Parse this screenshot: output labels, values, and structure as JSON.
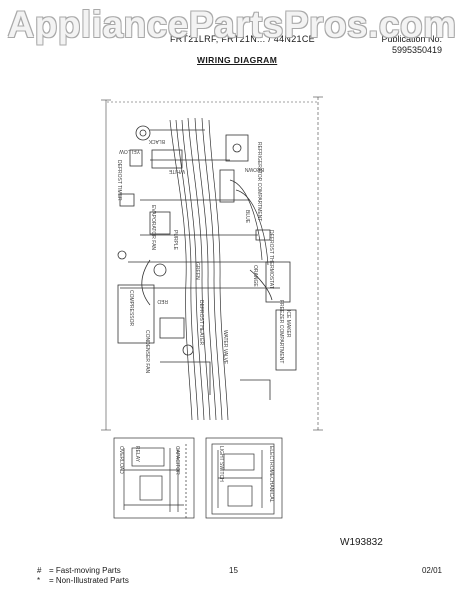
{
  "watermark": "AppliancePartsPros.com",
  "header": {
    "model": "FRT21LRF, FRT21N... / 44N21CE",
    "publication_label": "Publication No.",
    "publication_number": "5995350419",
    "title": "WIRING DIAGRAM"
  },
  "diagram": {
    "labels": [
      "YELLOW",
      "BLACK",
      "WHITE",
      "RED",
      "BROWN",
      "BLUE",
      "ORANGE",
      "PURPLE",
      "GREEN",
      "REFRIGERATOR COMPARTMENT",
      "FREEZER COMPARTMENT",
      "COMPRESSOR",
      "DEFROST THERMOSTAT",
      "EVAPORATOR FAN",
      "DEFROST TIMER",
      "DEFROST HEATER",
      "ICE MAKER",
      "WATER VALVE",
      "ELECTROMECHANICAL",
      "CONDENSER FAN",
      "OVERLOAD",
      "RELAY",
      "CAPACITOR",
      "LIGHT SWITCH"
    ]
  },
  "footer": {
    "drawing_number": "W193832",
    "legend": [
      {
        "symbol": "#",
        "text": "= Fast-moving Parts"
      },
      {
        "symbol": "*",
        "text": "= Non-Illustrated Parts"
      }
    ],
    "page": "15",
    "date": "02/01"
  }
}
